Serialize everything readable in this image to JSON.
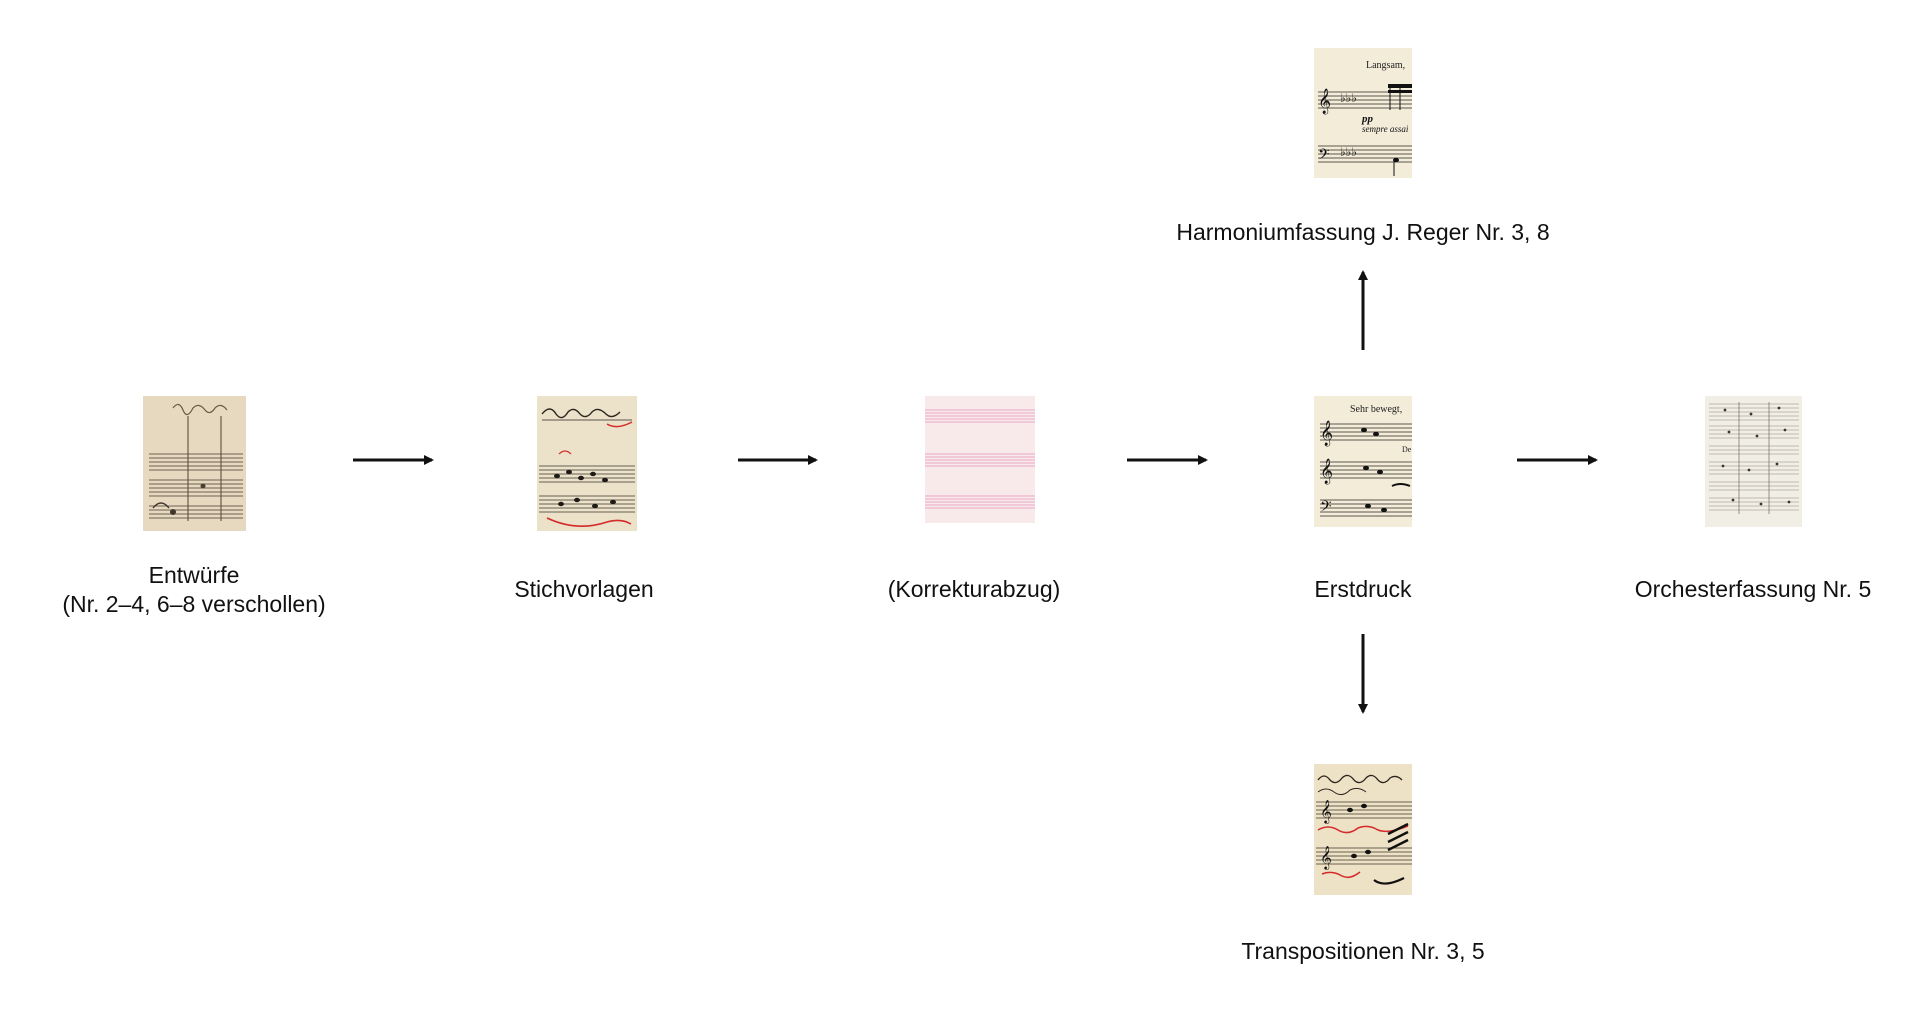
{
  "nodes": {
    "entwuerfe": {
      "line1": "Entwürfe",
      "line2": "(Nr. 2–4, 6–8 verschollen)",
      "image": "manuscript-sketch-thumbnail"
    },
    "stichvorlagen": {
      "label": "Stichvorlagen",
      "image": "engraver-copy-thumbnail"
    },
    "korrekturabzug": {
      "label": "(Korrekturabzug)",
      "image": "empty-staff-paper-thumbnail"
    },
    "erstdruck": {
      "label": "Erstdruck",
      "image": "first-print-thumbnail",
      "image_text": "Sehr bewegt,"
    },
    "orchesterfassung": {
      "label": "Orchesterfassung Nr. 5",
      "image": "orchestral-score-thumbnail"
    },
    "harmonium": {
      "label": "Harmoniumfassung J. Reger Nr. 3, 8",
      "image": "harmonium-print-thumbnail",
      "image_text": "Langsam,"
    },
    "transpositionen": {
      "label": "Transpositionen Nr. 3, 5",
      "image": "transposition-manuscript-thumbnail"
    }
  },
  "edges": [
    {
      "from": "entwuerfe",
      "to": "stichvorlagen"
    },
    {
      "from": "stichvorlagen",
      "to": "korrekturabzug"
    },
    {
      "from": "korrekturabzug",
      "to": "erstdruck"
    },
    {
      "from": "erstdruck",
      "to": "orchesterfassung"
    },
    {
      "from": "erstdruck",
      "to": "harmonium"
    },
    {
      "from": "erstdruck",
      "to": "transpositionen"
    }
  ],
  "colors": {
    "arrow": "#111111",
    "paper": "#efe6d2",
    "staff_pink": "#e8a6c4",
    "correction_red": "#d42a2a"
  }
}
